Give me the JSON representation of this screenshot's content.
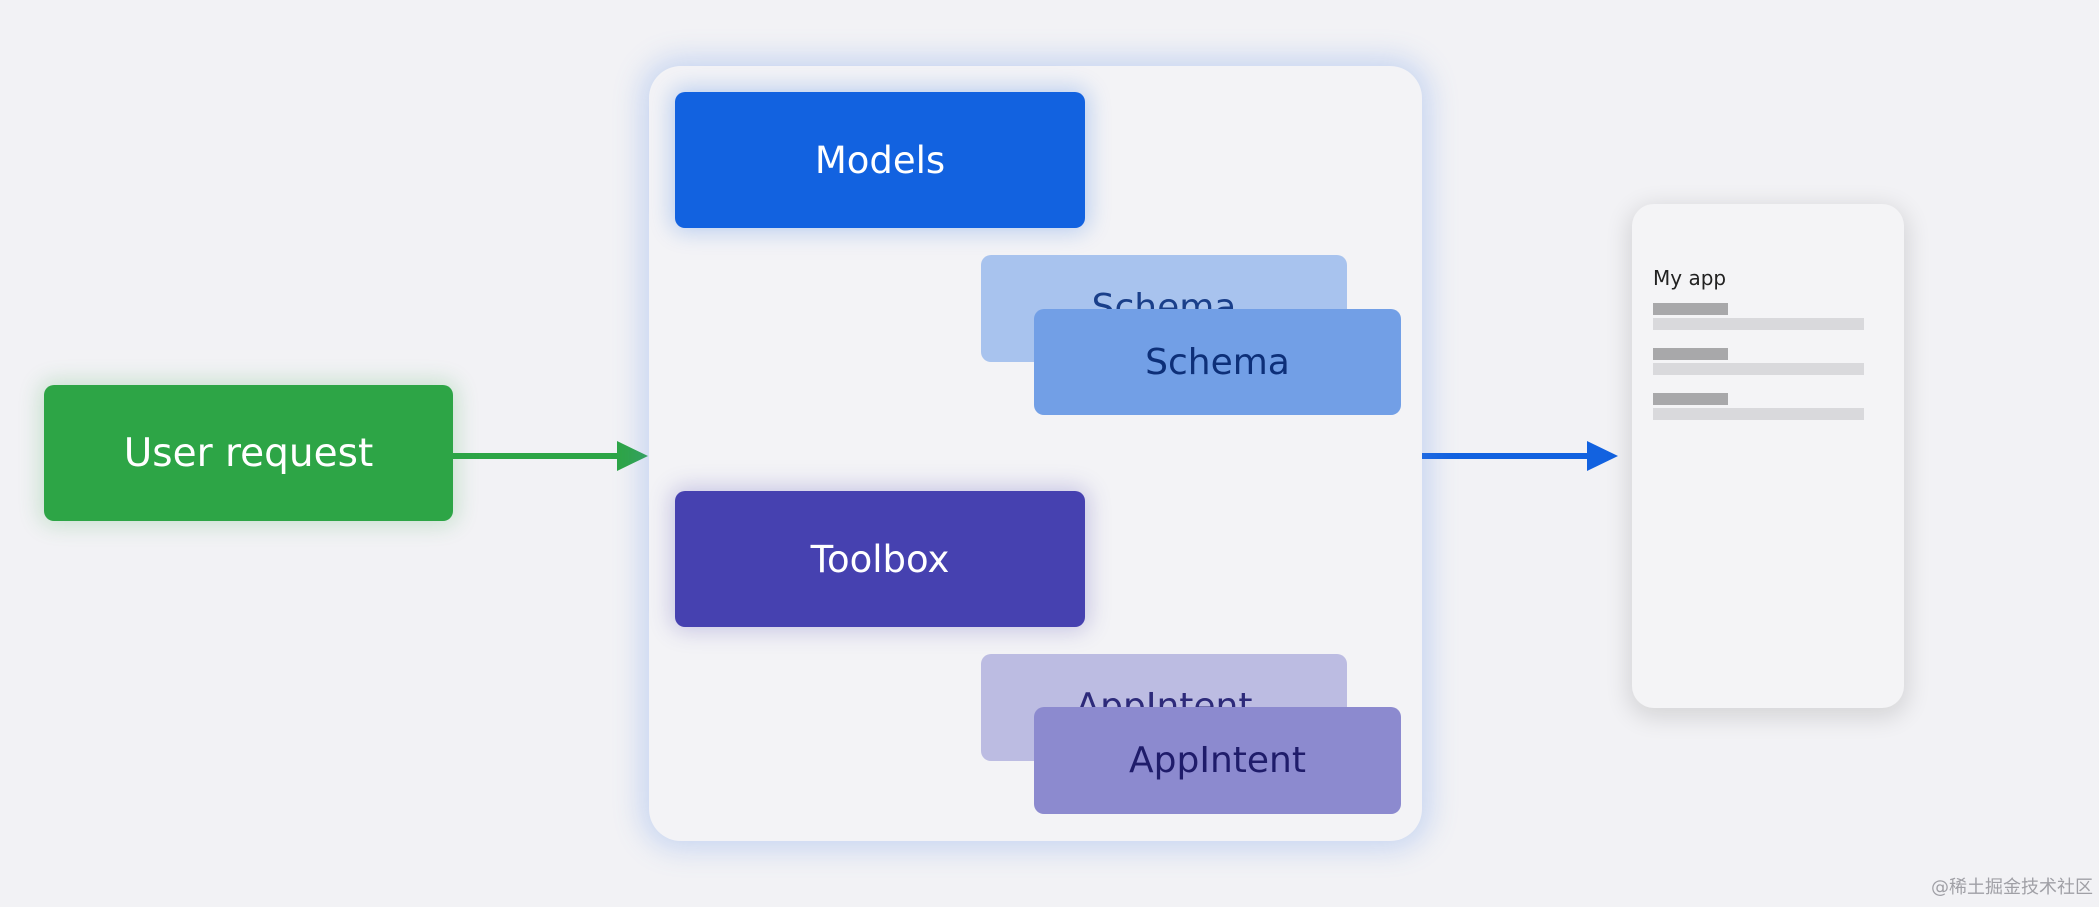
{
  "nodes": {
    "user_request": "User request",
    "models": "Models",
    "toolbox": "Toolbox",
    "schema_back": "Schema",
    "schema_front": "Schema",
    "appintent_back": "AppIntent",
    "appintent_front": "AppIntent"
  },
  "phone": {
    "title": "My app",
    "list_rows": 3
  },
  "watermark": "@稀土掘金技术社区",
  "colors": {
    "user_request": "#2da546",
    "models": "#1262e0",
    "toolbox": "#4641b0",
    "schema": "#729fe6",
    "appintent": "#8c8acf",
    "arrow_green": "#2da546",
    "arrow_blue": "#1262e0",
    "arrow_purple": "#4641b0"
  }
}
